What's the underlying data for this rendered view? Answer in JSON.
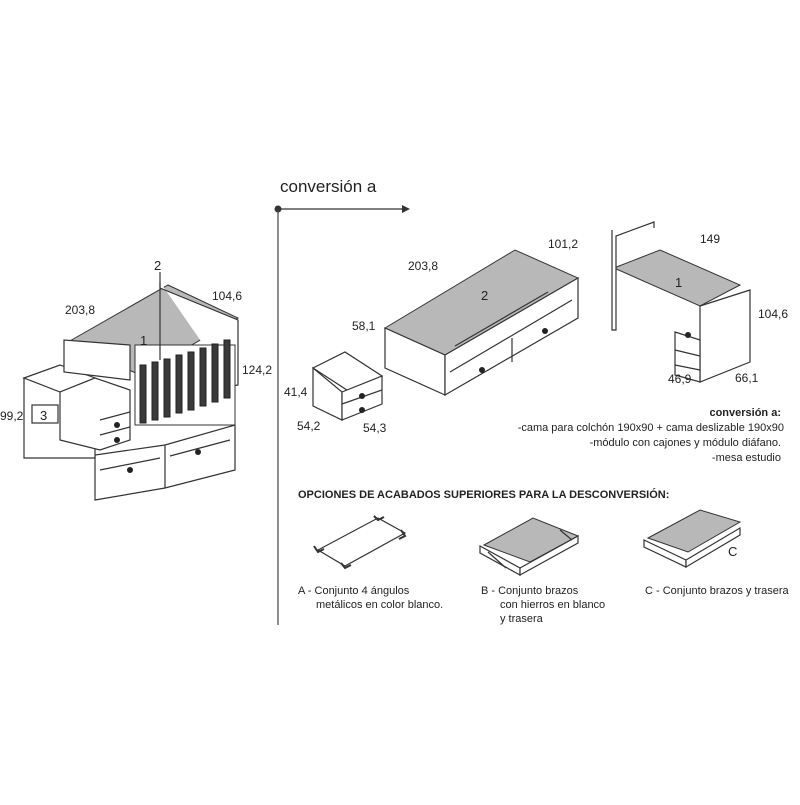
{
  "header": {
    "title": "conversión a"
  },
  "crib": {
    "dims": [
      "203,8",
      "104,6",
      "124,2",
      "99,2"
    ],
    "refs": [
      "2",
      "1",
      "3"
    ]
  },
  "bed": {
    "dims": [
      "203,8",
      "101,2",
      "58,1"
    ],
    "ref": "2"
  },
  "nightstand": {
    "dims": [
      "41,4",
      "54,2",
      "54,3"
    ]
  },
  "desk": {
    "dims": [
      "149",
      "104,6",
      "46,9",
      "66,1"
    ],
    "ref": "1"
  },
  "notes": {
    "heading": "conversión a:",
    "lines": [
      "-cama para colchón 190x90 + cama deslizable 190x90",
      "-módulo con cajones y módulo diáfano.",
      "-mesa estudio"
    ]
  },
  "options": {
    "heading": "OPCIONES DE ACABADOS SUPERIORES PARA LA DESCONVERSIÓN:",
    "items": [
      {
        "lines": [
          "A - Conjunto 4 ángulos",
          "metálicos en color blanco."
        ]
      },
      {
        "lines": [
          "B - Conjunto brazos",
          "con hierros en blanco",
          "y trasera"
        ]
      },
      {
        "lines": [
          "C - Conjunto brazos y trasera"
        ]
      }
    ],
    "c_mark": "C"
  }
}
